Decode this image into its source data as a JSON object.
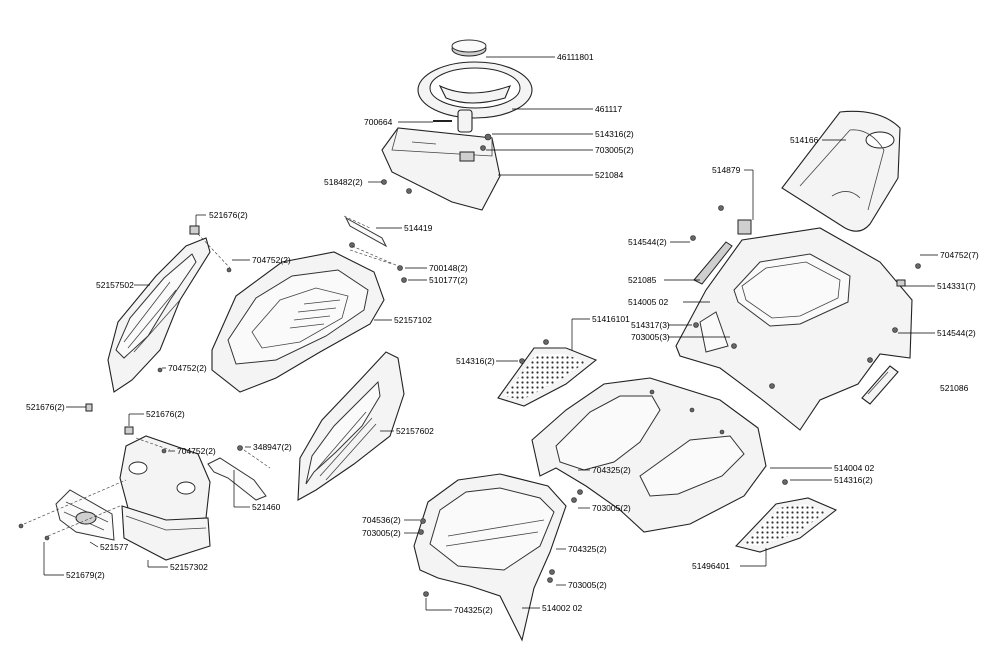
{
  "diagram": {
    "labels": {
      "steer_cap": "46111801",
      "steer_wheel": "461117",
      "pin": "700664",
      "screw_dash_top": "514316(2)",
      "washer_dash": "703005(2)",
      "dash_screws": "518482(2)",
      "dashboard": "521084",
      "seat": "514166",
      "switch": "514879",
      "clip_top_left": "521676(2)",
      "hood_bracket": "514419",
      "screw_hood_left": "704752(2)",
      "nut_hood": "700148(2)",
      "bolt_hood": "510177(2)",
      "side_panel_left": "52157502",
      "hood": "52157102",
      "screw_seat_left": "514544(2)",
      "seat_cover_bracket": "521085",
      "rear_body": "514005 02",
      "screw_rear_right": "704752(7)",
      "clip_rear_right": "514331(7)",
      "screw_rear_a": "514317(3)",
      "washer_rear": "703005(3)",
      "screw_rear_right_b": "514544(2)",
      "footplate_right_upper": "51416101",
      "screw_foot_left": "514316(2)",
      "screw_side_left_low": "704752(2)",
      "clip_left_low": "521676(2)",
      "clip_front": "521676(2)",
      "rear_handle": "521086",
      "screw_front_a": "704752(2)",
      "bolt_front": "348947(2)",
      "side_panel_right": "52157602",
      "front_bracket": "521460",
      "screw_mid_a": "704325(2)",
      "washer_mid_a": "703005(2)",
      "screw_body_right": "514004 02",
      "screw_body_right_b": "514316(2)",
      "nut_floor": "704536(2)",
      "washer_floor": "703005(2)",
      "headlight": "521577",
      "front_bumper": "52157302",
      "screw_bumper": "521679(2)",
      "footplate_right_lower": "51496401",
      "screw_floor_a": "704325(2)",
      "washer_floor_b": "703005(2)",
      "screw_floor_b": "704325(2)",
      "floor_pan": "514002 02"
    }
  }
}
